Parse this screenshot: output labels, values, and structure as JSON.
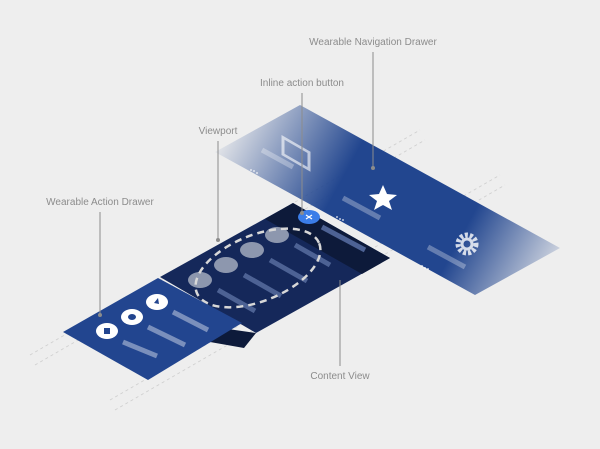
{
  "labels": {
    "nav_drawer": "Wearable Navigation Drawer",
    "inline_action": "Inline action button",
    "viewport": "Viewport",
    "action_drawer": "Wearable Action Drawer",
    "content_view": "Content View"
  },
  "icons": {
    "nav_items": [
      "image-icon",
      "star-icon",
      "gear-icon"
    ],
    "action_items": [
      "note-icon",
      "camera-icon",
      "reply-icon"
    ],
    "inline_action": "close-icon"
  },
  "colors": {
    "background": "#eeeeee",
    "nav_drawer": "#22468f",
    "action_drawer": "#22458f",
    "content_view": "#15285a",
    "content_dark": "#0d1a3a",
    "accent": "#3b7de8",
    "label": "#8c8c8c"
  }
}
